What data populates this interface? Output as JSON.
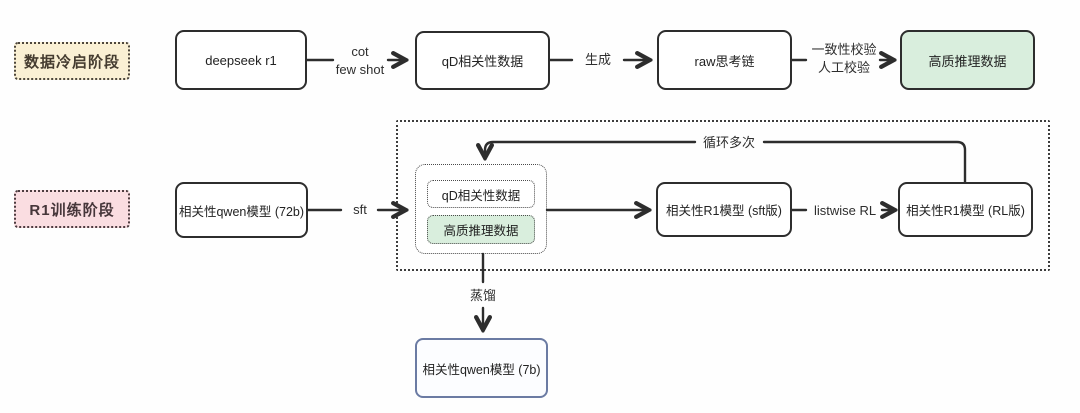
{
  "stages": {
    "cold_start": "数据冷启阶段",
    "r1_training": "R1训练阶段"
  },
  "flow1": {
    "node_deepseek": "deepseek r1",
    "edge_cot_line1": "cot",
    "edge_cot_line2": "few shot",
    "node_qd_data": "qD相关性数据",
    "edge_generate": "生成",
    "node_raw_cot": "raw思考链",
    "edge_check_line1": "一致性校验",
    "edge_check_line2": "人工校验",
    "node_hq_data": "高质推理数据"
  },
  "flow2": {
    "node_qwen_72b": "相关性qwen模型 (72b)",
    "edge_sft": "sft",
    "group_node_qd_data": "qD相关性数据",
    "group_node_hq_data": "高质推理数据",
    "node_r1_sft": "相关性R1模型 (sft版)",
    "edge_listwise_rl": "listwise RL",
    "node_r1_rl": "相关性R1模型 (RL版)",
    "edge_loop": "循环多次",
    "edge_distill": "蒸馏",
    "node_qwen_7b": "相关性qwen模型 (7b)"
  },
  "colors": {
    "stage_cold_start_bg": "#faf0d4",
    "stage_r1_training_bg": "#fadde1",
    "highlight_green_bg": "#d9eedd",
    "distill_box_border": "#6b7ba3",
    "line": "#2d2d2d"
  }
}
